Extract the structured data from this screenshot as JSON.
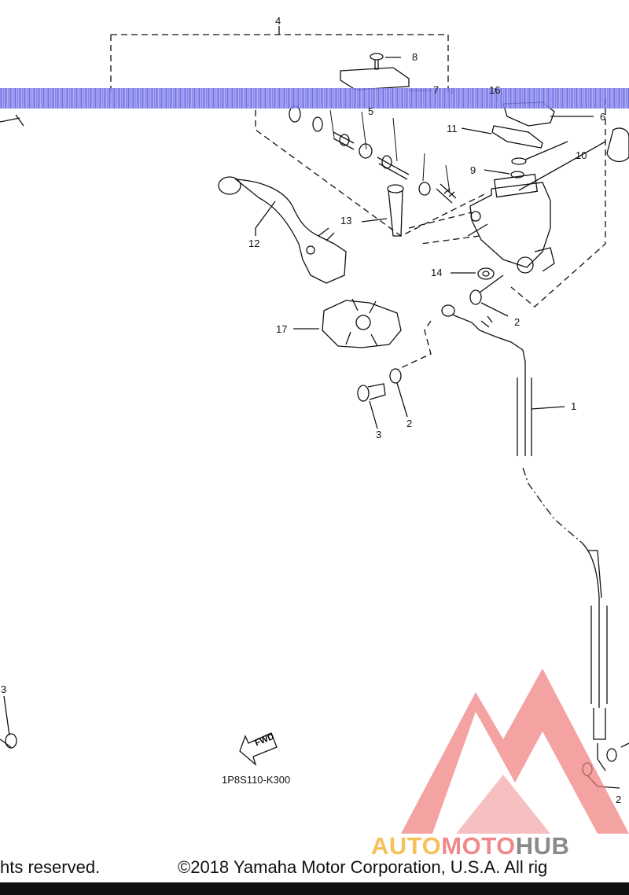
{
  "callouts": [
    {
      "id": "c4",
      "text": "4"
    },
    {
      "id": "c8",
      "text": "8"
    },
    {
      "id": "c7",
      "text": "7"
    },
    {
      "id": "c16",
      "text": "16"
    },
    {
      "id": "c5",
      "text": "5"
    },
    {
      "id": "c6",
      "text": "6"
    },
    {
      "id": "c11",
      "text": "11"
    },
    {
      "id": "c10",
      "text": "10"
    },
    {
      "id": "c9",
      "text": "9"
    },
    {
      "id": "c13",
      "text": "13"
    },
    {
      "id": "c12",
      "text": "12"
    },
    {
      "id": "c14",
      "text": "14"
    },
    {
      "id": "c2a",
      "text": "2"
    },
    {
      "id": "c17",
      "text": "17"
    },
    {
      "id": "c1",
      "text": "1"
    },
    {
      "id": "c3a",
      "text": "3"
    },
    {
      "id": "c2b",
      "text": "2"
    },
    {
      "id": "c3b",
      "text": "3"
    },
    {
      "id": "c2c",
      "text": "2"
    }
  ],
  "fwd_label": "FWD",
  "diagram_code": "1P8S110-K300",
  "copyright_left": "hts reserved.",
  "copyright_right": "©2018 Yamaha Motor Corporation, U.S.A. All rig",
  "watermark": {
    "part1": "AUTO",
    "part2": "MOTO",
    "part3": "HUB"
  },
  "colors": {
    "watermark_red": "#f07c7c",
    "watermark_gold": "#f6c15a",
    "watermark_gray": "#8a8a8a",
    "scan_band": "#5a5ae0"
  }
}
